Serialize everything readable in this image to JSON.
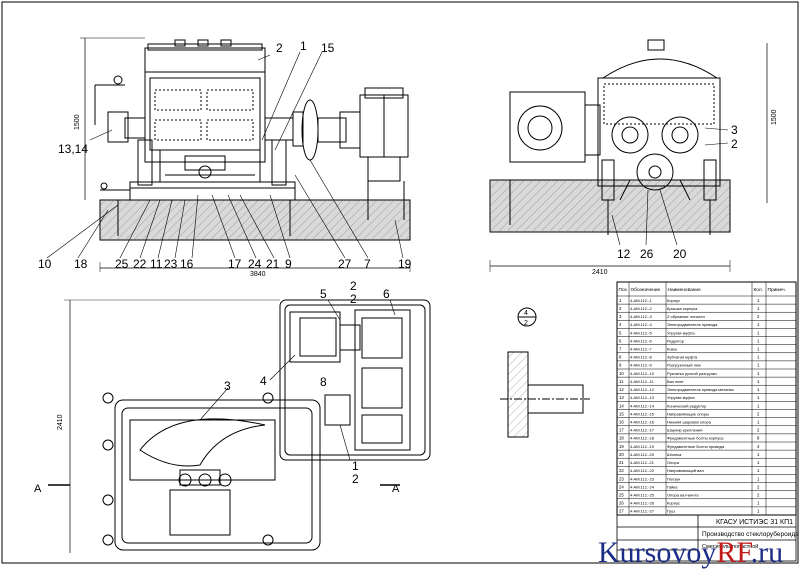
{
  "drawing": {
    "front_dims": {
      "height": "1500",
      "width": "3840"
    },
    "side_dims": {
      "height": "1500",
      "width": "2410"
    },
    "plan_dims": {
      "height": "2410"
    },
    "front_callouts": [
      "2",
      "1",
      "15",
      "13,14",
      "10",
      "18",
      "25",
      "22",
      "11",
      "23",
      "16",
      "17",
      "24",
      "21",
      "9",
      "27",
      "7",
      "19"
    ],
    "side_callouts": [
      "3",
      "2",
      "12",
      "26",
      "20"
    ],
    "plan_callouts": [
      "5",
      "2",
      "2",
      "6",
      "4",
      "3",
      "8",
      "1",
      "2"
    ],
    "section_marks": [
      "А",
      "А"
    ],
    "detail_label": {
      "top": "4",
      "bottom": "2"
    }
  },
  "spec_table": {
    "headers": [
      "Поз",
      "Обозначение",
      "Наименование",
      "Кол.",
      "Примеч."
    ],
    "rows": [
      [
        "1",
        "4-АМ.112.-1",
        "Корпус",
        "1"
      ],
      [
        "2",
        "4-АМ.112.-2",
        "Крышка корпуса",
        "1"
      ],
      [
        "3",
        "4-АМ.112.-3",
        "Z образные лопасти",
        "2"
      ],
      [
        "4",
        "4-АМ.112.-4",
        "Электродвигатель привода",
        "1"
      ],
      [
        "5",
        "4-АМ.112.-5",
        "Упругая муфта",
        "1"
      ],
      [
        "6",
        "4-АМ.112.-6",
        "Редуктор",
        "1"
      ],
      [
        "7",
        "4-АМ.112.-7",
        "Ковш",
        "1"
      ],
      [
        "8",
        "4-АМ.112.-8",
        "Зубчатая муфта",
        "1"
      ],
      [
        "9",
        "4-АМ.112.-9",
        "Разгрузочный люк",
        "1"
      ],
      [
        "10",
        "4-АМ.112.-10",
        "Рукоятка ручной разгрузки",
        "1"
      ],
      [
        "11",
        "4-АМ.112.-11",
        "Вал винт",
        "1"
      ],
      [
        "12",
        "4-АМ.112.-12",
        "Электродвигатель привода механизма разгрузки",
        "1"
      ],
      [
        "13",
        "4-АМ.112.-13",
        "Упругая муфта",
        "1"
      ],
      [
        "14",
        "4-АМ.112.-14",
        "Конический редуктор",
        "1"
      ],
      [
        "15",
        "4-АМ.112.-15",
        "Направляющие опоры",
        "2"
      ],
      [
        "16",
        "4-АМ.112.-16",
        "Нижняя шаровая опора",
        "1"
      ],
      [
        "17",
        "4-АМ.112.-17",
        "Шарнир крепления",
        "2"
      ],
      [
        "18",
        "4-АМ.112.-18",
        "Фундаментные болты корпуса",
        "8"
      ],
      [
        "19",
        "4-АМ.112.-19",
        "Фундаментные болты привода",
        "4"
      ],
      [
        "20",
        "4-АМ.112.-20",
        "Шпонка",
        "1"
      ],
      [
        "21",
        "4-АМ.112.-21",
        "Опора",
        "1"
      ],
      [
        "22",
        "4-АМ.112.-22",
        "Направляющий вал",
        "1"
      ],
      [
        "23",
        "4-АМ.112.-23",
        "Ползун",
        "1"
      ],
      [
        "24",
        "4-АМ.112.-24",
        "Гайка",
        "2"
      ],
      [
        "25",
        "4-АМ.112.-25",
        "Опора вал-винта",
        "2"
      ],
      [
        "26",
        "4-АМ.112.-26",
        "Корпус",
        "1"
      ],
      [
        "27",
        "4-АМ.112.-27",
        "Груз",
        "1"
      ]
    ]
  },
  "title_block": {
    "doc_code": "КГАСУ ИСТИЭС 31 КП1",
    "title": "Производство стеклорубероида",
    "sub": "Смеситель лопастной"
  },
  "watermark": {
    "main": "Kursovoy",
    "accent": "RF",
    "suffix": ".ru"
  }
}
